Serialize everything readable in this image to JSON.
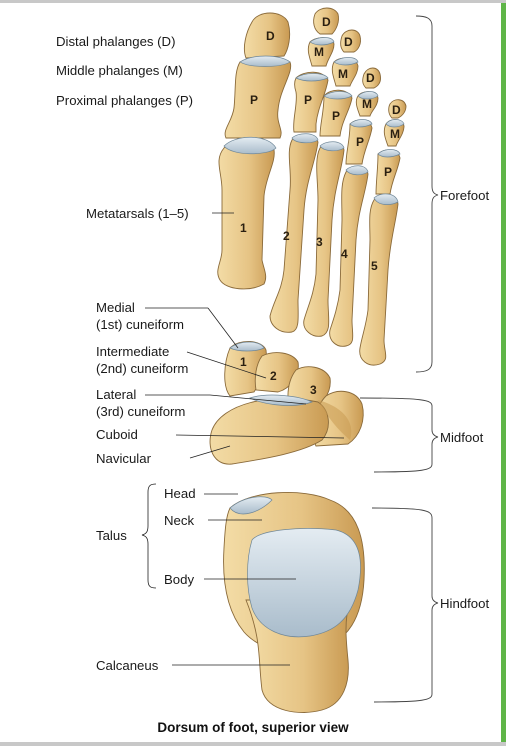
{
  "labels": {
    "distal": "Distal phalanges (D)",
    "middle": "Middle phalanges (M)",
    "proximal": "Proximal phalanges (P)",
    "metatarsals": "Metatarsals (1–5)",
    "medial_1": "Medial",
    "medial_2": "(1st) cuneiform",
    "intermediate_1": "Intermediate",
    "intermediate_2": "(2nd) cuneiform",
    "lateral_1": "Lateral",
    "lateral_2": "(3rd) cuneiform",
    "cuboid": "Cuboid",
    "navicular": "Navicular",
    "talus": "Talus",
    "head": "Head",
    "neck": "Neck",
    "body": "Body",
    "calcaneus": "Calcaneus"
  },
  "regions": {
    "forefoot": "Forefoot",
    "midfoot": "Midfoot",
    "hindfoot": "Hindfoot"
  },
  "bone_letters": {
    "d": "D",
    "m": "M",
    "p": "P"
  },
  "numbers": {
    "n1": "1",
    "n2": "2",
    "n3": "3",
    "n4": "4",
    "n5": "5"
  },
  "caption": "Dorsum of foot, superior view",
  "colors": {
    "bone": "#e8c98a",
    "bone_shade": "#c99a4e",
    "outline": "#8a6a3a",
    "cartilage": "#c9d6e0",
    "accent": "#5fb548"
  }
}
